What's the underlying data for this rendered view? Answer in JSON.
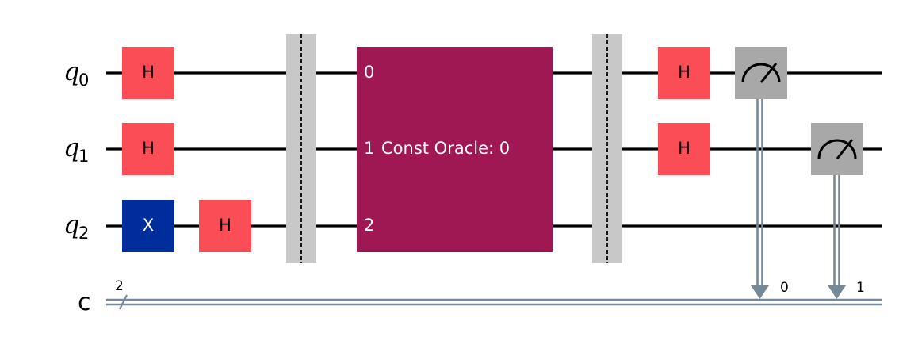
{
  "qubits": [
    {
      "name": "q",
      "index": "0"
    },
    {
      "name": "q",
      "index": "1"
    },
    {
      "name": "q",
      "index": "2"
    }
  ],
  "classical_register": {
    "name": "c",
    "size": "2"
  },
  "gates": {
    "h_label": "H",
    "x_label": "X"
  },
  "oracle": {
    "label": "Const Oracle: 0",
    "ports": [
      "0",
      "1",
      "2"
    ]
  },
  "measurement_targets": [
    "0",
    "1"
  ],
  "colors": {
    "h_gate": "#FA4D56",
    "x_gate": "#002D9C",
    "oracle": "#9F1853",
    "measure": "#A8A8A8",
    "barrier": "#C8C8C8",
    "classical_wire": "#778899",
    "quantum_wire": "#000000"
  }
}
